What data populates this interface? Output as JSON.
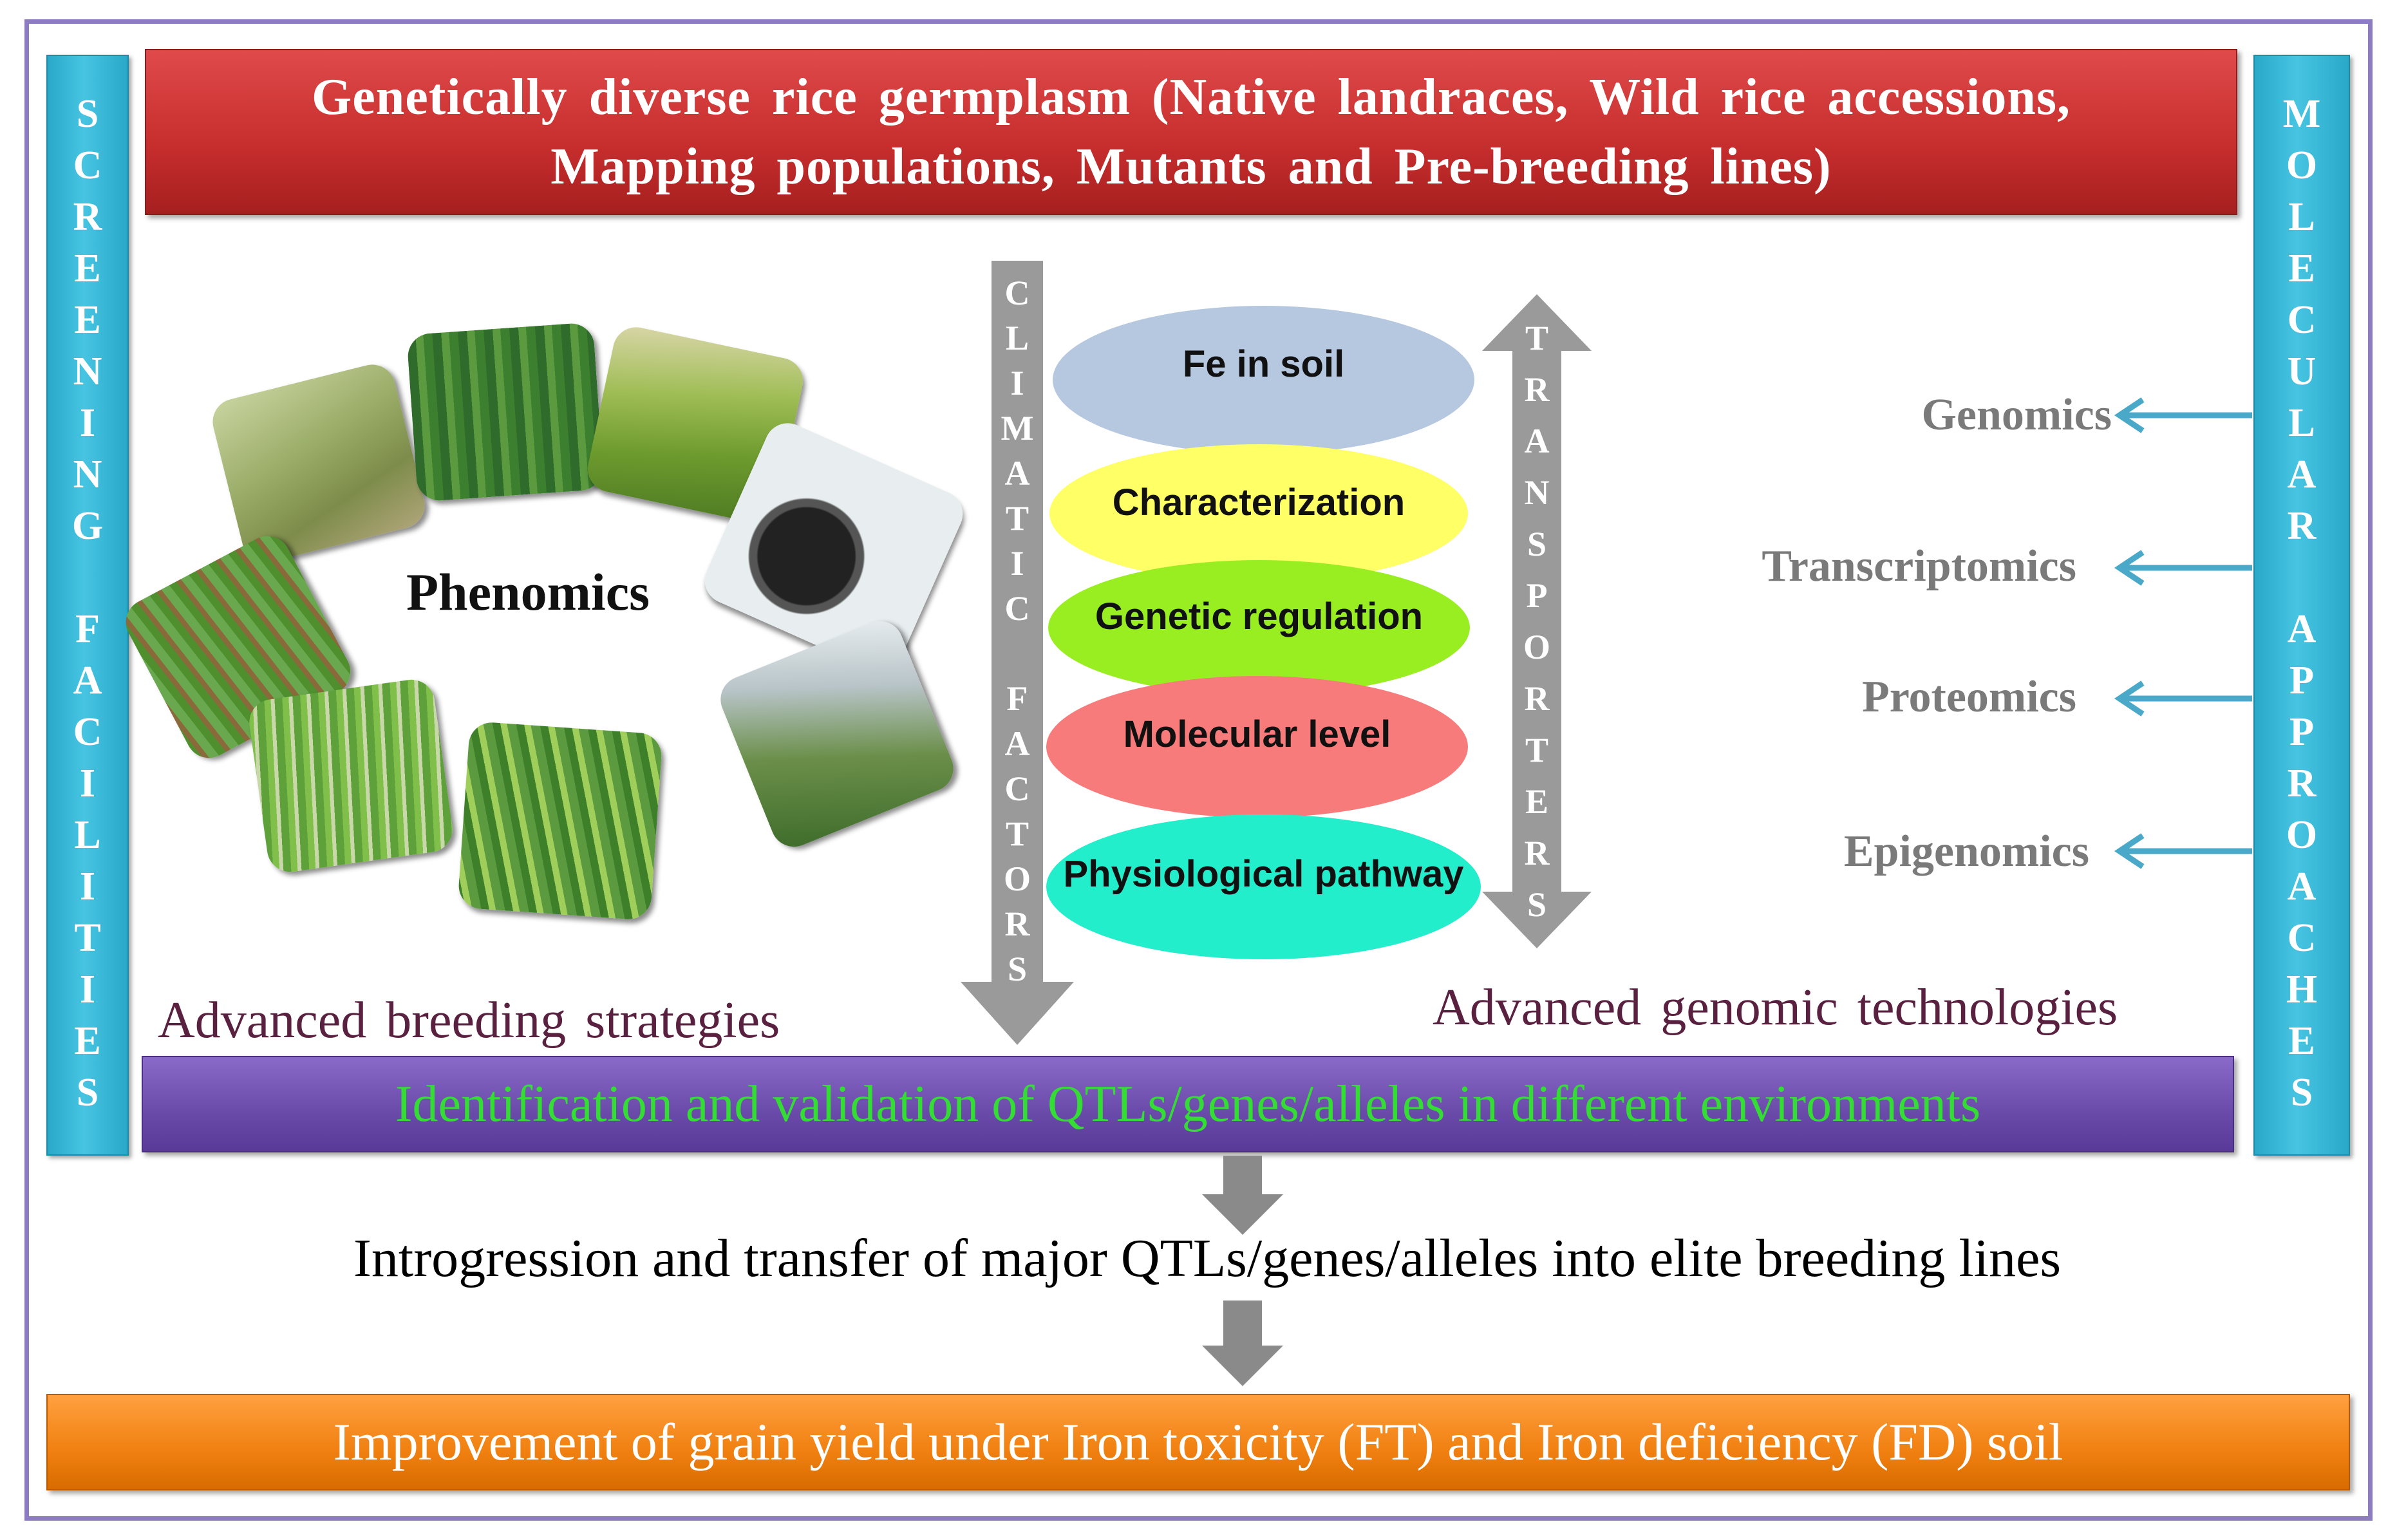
{
  "top_banner": {
    "line1": "Genetically diverse rice germplasm (Native landraces, Wild rice accessions,",
    "line2": "Mapping populations, Mutants and Pre-breeding lines)"
  },
  "left_bar": {
    "word1": [
      "S",
      "C",
      "R",
      "E",
      "E",
      "N",
      "I",
      "N",
      "G"
    ],
    "word2": [
      "F",
      "A",
      "C",
      "I",
      "L",
      "I",
      "T",
      "I",
      "E",
      "S"
    ]
  },
  "right_bar": {
    "word1": [
      "M",
      "O",
      "L",
      "E",
      "C",
      "U",
      "L",
      "A",
      "R"
    ],
    "word2": [
      "A",
      "P",
      "P",
      "R",
      "O",
      "A",
      "C",
      "H",
      "E",
      "S"
    ]
  },
  "climatic_arrow": {
    "word1": [
      "C",
      "L",
      "I",
      "M",
      "A",
      "T",
      "I",
      "C"
    ],
    "word2": [
      "F",
      "A",
      "C",
      "T",
      "O",
      "R",
      "S"
    ]
  },
  "transporters_arrow": {
    "letters": [
      "T",
      "R",
      "A",
      "N",
      "S",
      "P",
      "O",
      "R",
      "T",
      "E",
      "R",
      "S"
    ]
  },
  "phenomics_label": "Phenomics",
  "ellipses": [
    {
      "label": "Fe in soil",
      "color": "#b6c8e0"
    },
    {
      "label": "Characterization",
      "color": "#ffff66"
    },
    {
      "label": "Genetic regulation",
      "color": "#99ee22"
    },
    {
      "label": "Molecular level",
      "color": "#f77b7b"
    },
    {
      "label": "Physiological pathway",
      "color": "#22eecc"
    }
  ],
  "omics": [
    {
      "label": "Genomics"
    },
    {
      "label": "Transcriptomics"
    },
    {
      "label": "Proteomics"
    },
    {
      "label": "Epigenomics"
    }
  ],
  "advanced_breeding": "Advanced breeding strategies",
  "advanced_genomic": "Advanced genomic technologies",
  "identification_bar": "Identification and validation of QTLs/genes/alleles in different environments",
  "introgression_text": "Introgression and transfer of major QTLs/genes/alleles into elite breeding lines",
  "bottom_banner": "Improvement of grain yield under Iron toxicity (FT) and Iron deficiency (FD) soil"
}
